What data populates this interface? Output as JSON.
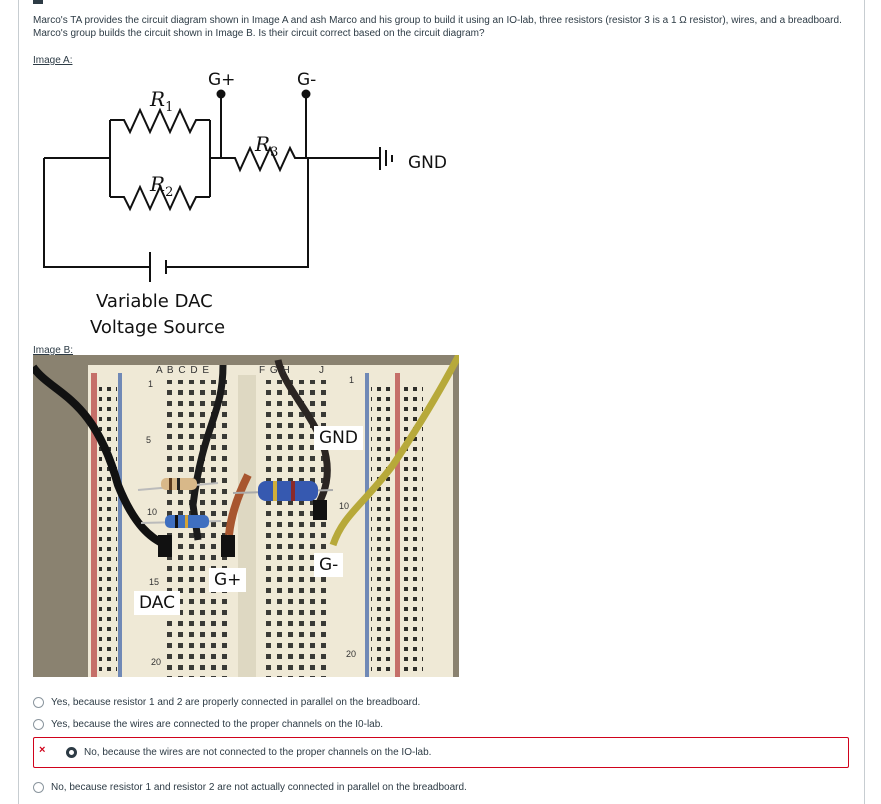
{
  "question": {
    "text": "Marco's TA provides the circuit diagram shown in Image A and ash Marco and his group to build it using an IO-lab, three resistors (resistor 3 is a 1 Ω resistor), wires, and a breadboard. Marco's group builds the circuit shown in Image B. Is their circuit correct based on the circuit diagram?"
  },
  "image_a": {
    "caption": "Image A:",
    "labels": {
      "gplus": "G+",
      "gminus": "G-",
      "r1": "R",
      "r1_sub": "1",
      "r2": "R",
      "r2_sub": "2",
      "r3": "R",
      "r3_sub": "3",
      "gnd": "GND",
      "source_line1": "Variable DAC",
      "source_line2": "Voltage Source"
    }
  },
  "image_b": {
    "caption": "Image B:",
    "column_letters_left": "A B C D E",
    "column_letters_right": "F G H",
    "column_letter_j": "J",
    "row_numbers": [
      "1",
      "5",
      "10",
      "15",
      "20"
    ],
    "right_row_numbers": [
      "1",
      "10",
      "20"
    ],
    "labels": {
      "gnd": "GND",
      "gminus": "G-",
      "gplus": "G+",
      "dac": "DAC"
    }
  },
  "answers": [
    {
      "text": "Yes, because resistor 1 and 2 are properly connected in parallel on the breadboard.",
      "selected": false
    },
    {
      "text": "Yes, because the wires are connected to the proper channels on the I0-lab.",
      "selected": false
    },
    {
      "text": "No, because the wires are not connected to the proper channels on the IO-lab.",
      "selected": true,
      "marked_incorrect": true
    },
    {
      "text": "No, because resistor 1 and resistor 2 are not actually connected in parallel on the breadboard.",
      "selected": false
    }
  ],
  "incorrect_marker": "×",
  "colors": {
    "incorrect": "#d0021b",
    "text": "#2d3b45"
  }
}
